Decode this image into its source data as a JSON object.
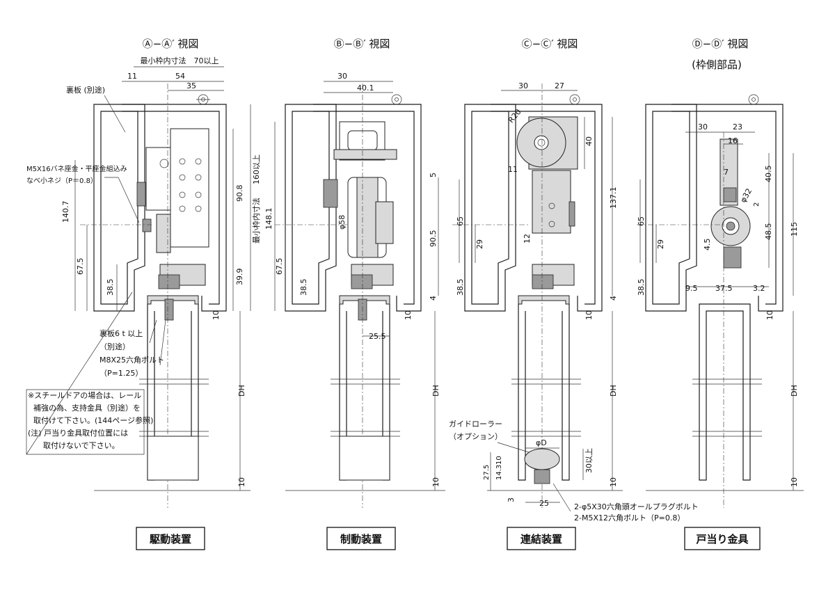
{
  "views": [
    {
      "id": "A",
      "title": "Ⓐ−Ⓐ′ 視図",
      "caption": "駆動装置"
    },
    {
      "id": "B",
      "title": "Ⓑ−Ⓑ′ 視図",
      "caption": "制動装置"
    },
    {
      "id": "C",
      "title": "Ⓒ−Ⓒ′ 視図",
      "caption": "連結装置"
    },
    {
      "id": "D",
      "title": "Ⓓ−Ⓓ′ 視図",
      "subtitle": "(枠側部品)",
      "caption": "戸当り金具"
    }
  ],
  "viewA": {
    "top_dim": "最小枠内寸法　70以上",
    "d11": "11",
    "d54": "54",
    "d35": "35",
    "urabyou": "裏板 (別途)",
    "screw1": "M5X16バネ座金・平座金組込み",
    "screw2": "なべ小ネジ（P＝0.8）",
    "d1407": "140.7",
    "d675": "67.5",
    "d385": "38.5",
    "d908": "90.8",
    "d160": "160以上",
    "min_frame_v": "最小枠内寸法",
    "d399": "39.9",
    "d10a": "10",
    "d10b": "10",
    "dh": "DH",
    "urabyou6": "裏板6 t 以上",
    "betto": "（別途）",
    "bolt": "M8X25六角ボルト",
    "pitch": "（P=1.25）",
    "note1": "※スチールドアの場合は、レール",
    "note2": "補強の為、支持金具（別途）を",
    "note3": "取付けて下さい。(144ページ参照)",
    "note4": "(注) 戸当り金具取付位置には",
    "note5": "取付けないで下さい。"
  },
  "viewB": {
    "d30": "30",
    "d401": "40.1",
    "d1481": "148.1",
    "d675": "67.5",
    "d385": "38.5",
    "phi58": "φ58",
    "d905": "90.5",
    "d5": "5",
    "d4": "4",
    "d10a": "10",
    "d10b": "10",
    "d255": "25.5",
    "dh": "DH"
  },
  "viewC": {
    "d30": "30",
    "d27": "27",
    "r20": "R20",
    "d40": "40",
    "d11": "11",
    "d65": "65",
    "d29": "29",
    "d12": "12",
    "d1371": "137.1",
    "d385": "38.5",
    "d4": "4",
    "d10a": "10",
    "d10b": "10",
    "dh": "DH",
    "guide": "ガイドローラー",
    "option": "（オプション）",
    "phiD": "φD",
    "d30ijo": "30以上",
    "d275": "27.5",
    "d143": "14.3",
    "d10c": "10",
    "d3": "3",
    "d25": "25",
    "bolt1": "2-φ5X30六角頭オールプラグボルト",
    "bolt2": "2-M5X12六角ボルト（P=0.8）"
  },
  "viewD": {
    "d30": "30",
    "d23": "23",
    "d16": "16",
    "d7": "7",
    "phi32": "φ32",
    "d2": "2",
    "d405": "40.5",
    "d485": "48.5",
    "d115": "115",
    "d65": "65",
    "d29": "29",
    "d45": "4.5",
    "d385": "38.5",
    "d95": "9.5",
    "d375": "37.5",
    "d32": "3.2",
    "d10a": "10",
    "d10b": "10",
    "dh": "DH"
  }
}
